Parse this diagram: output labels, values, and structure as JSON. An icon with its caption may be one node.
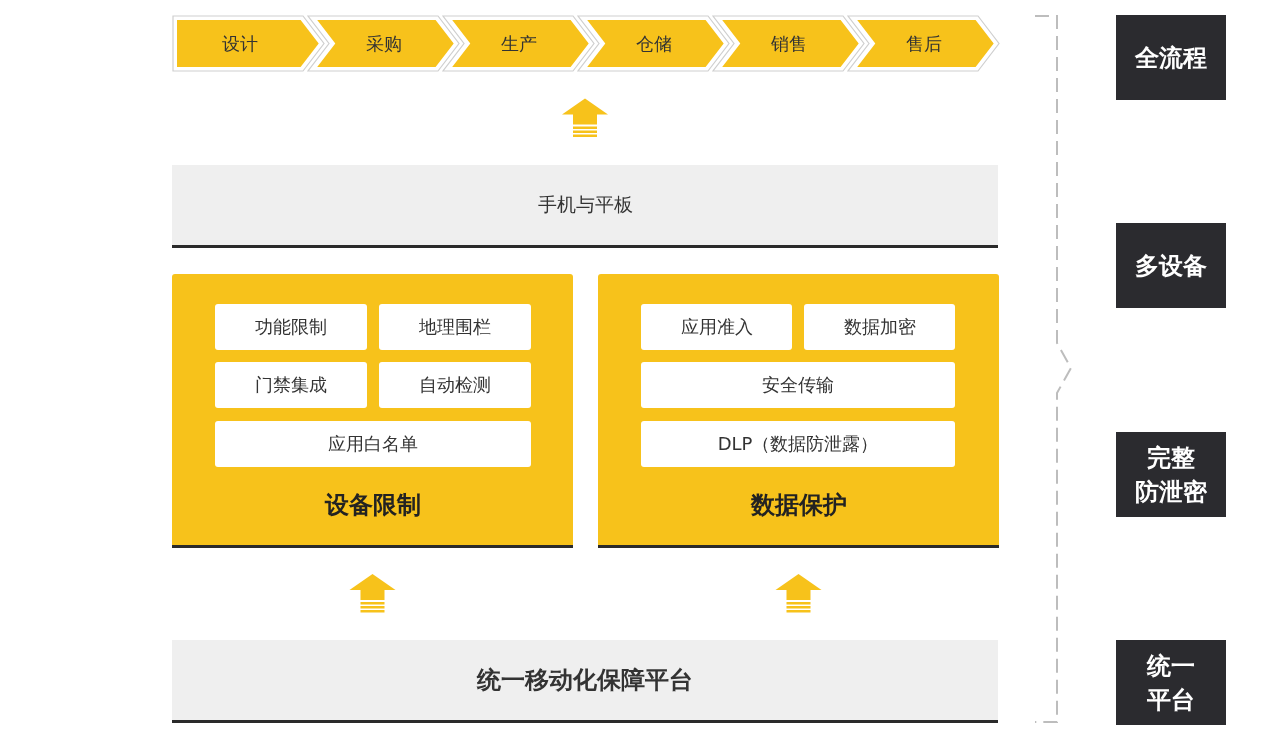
{
  "diagram": {
    "nodes": [
      {
        "text": [
          "设计"
        ]
      },
      {
        "text": [
          "采购"
        ]
      },
      {
        "text": [
          "生产"
        ]
      },
      {
        "text": [
          "仓储"
        ]
      },
      {
        "text": [
          "销售"
        ]
      },
      {
        "text": [
          "售后"
        ]
      },
      {
        "text": [
          "手机与平板"
        ]
      },
      {
        "text": [
          "设备限制"
        ]
      },
      {
        "text": [
          "功能限制"
        ],
        "in": 7
      },
      {
        "text": [
          "地理围栏"
        ],
        "in": 7
      },
      {
        "text": [
          "门禁集成"
        ],
        "in": 7
      },
      {
        "text": [
          "自动检测"
        ],
        "in": 7
      },
      {
        "text": [
          "应用白名单"
        ],
        "in": 7
      },
      {
        "text": [
          "数据保护"
        ]
      },
      {
        "text": [
          "应用准入"
        ],
        "in": 13
      },
      {
        "text": [
          "数据加密"
        ],
        "in": 13
      },
      {
        "text": [
          "安全传输"
        ],
        "in": 13
      },
      {
        "text": [
          "DLP（数据防泄露）"
        ],
        "in": 13
      },
      {
        "text": [
          "统一移动化保障平台"
        ]
      },
      {
        "text": [
          "全流程"
        ]
      },
      {
        "text": [
          "多设备"
        ]
      },
      {
        "text": [
          "完整防泄密"
        ]
      },
      {
        "text": [
          "统一平台"
        ]
      }
    ],
    "edges": [
      {
        "from": 6,
        "to": null,
        "arrow": "to"
      },
      {
        "from": 18,
        "to": 7,
        "arrow": "to"
      },
      {
        "from": 18,
        "to": 13,
        "arrow": "to"
      }
    ]
  }
}
